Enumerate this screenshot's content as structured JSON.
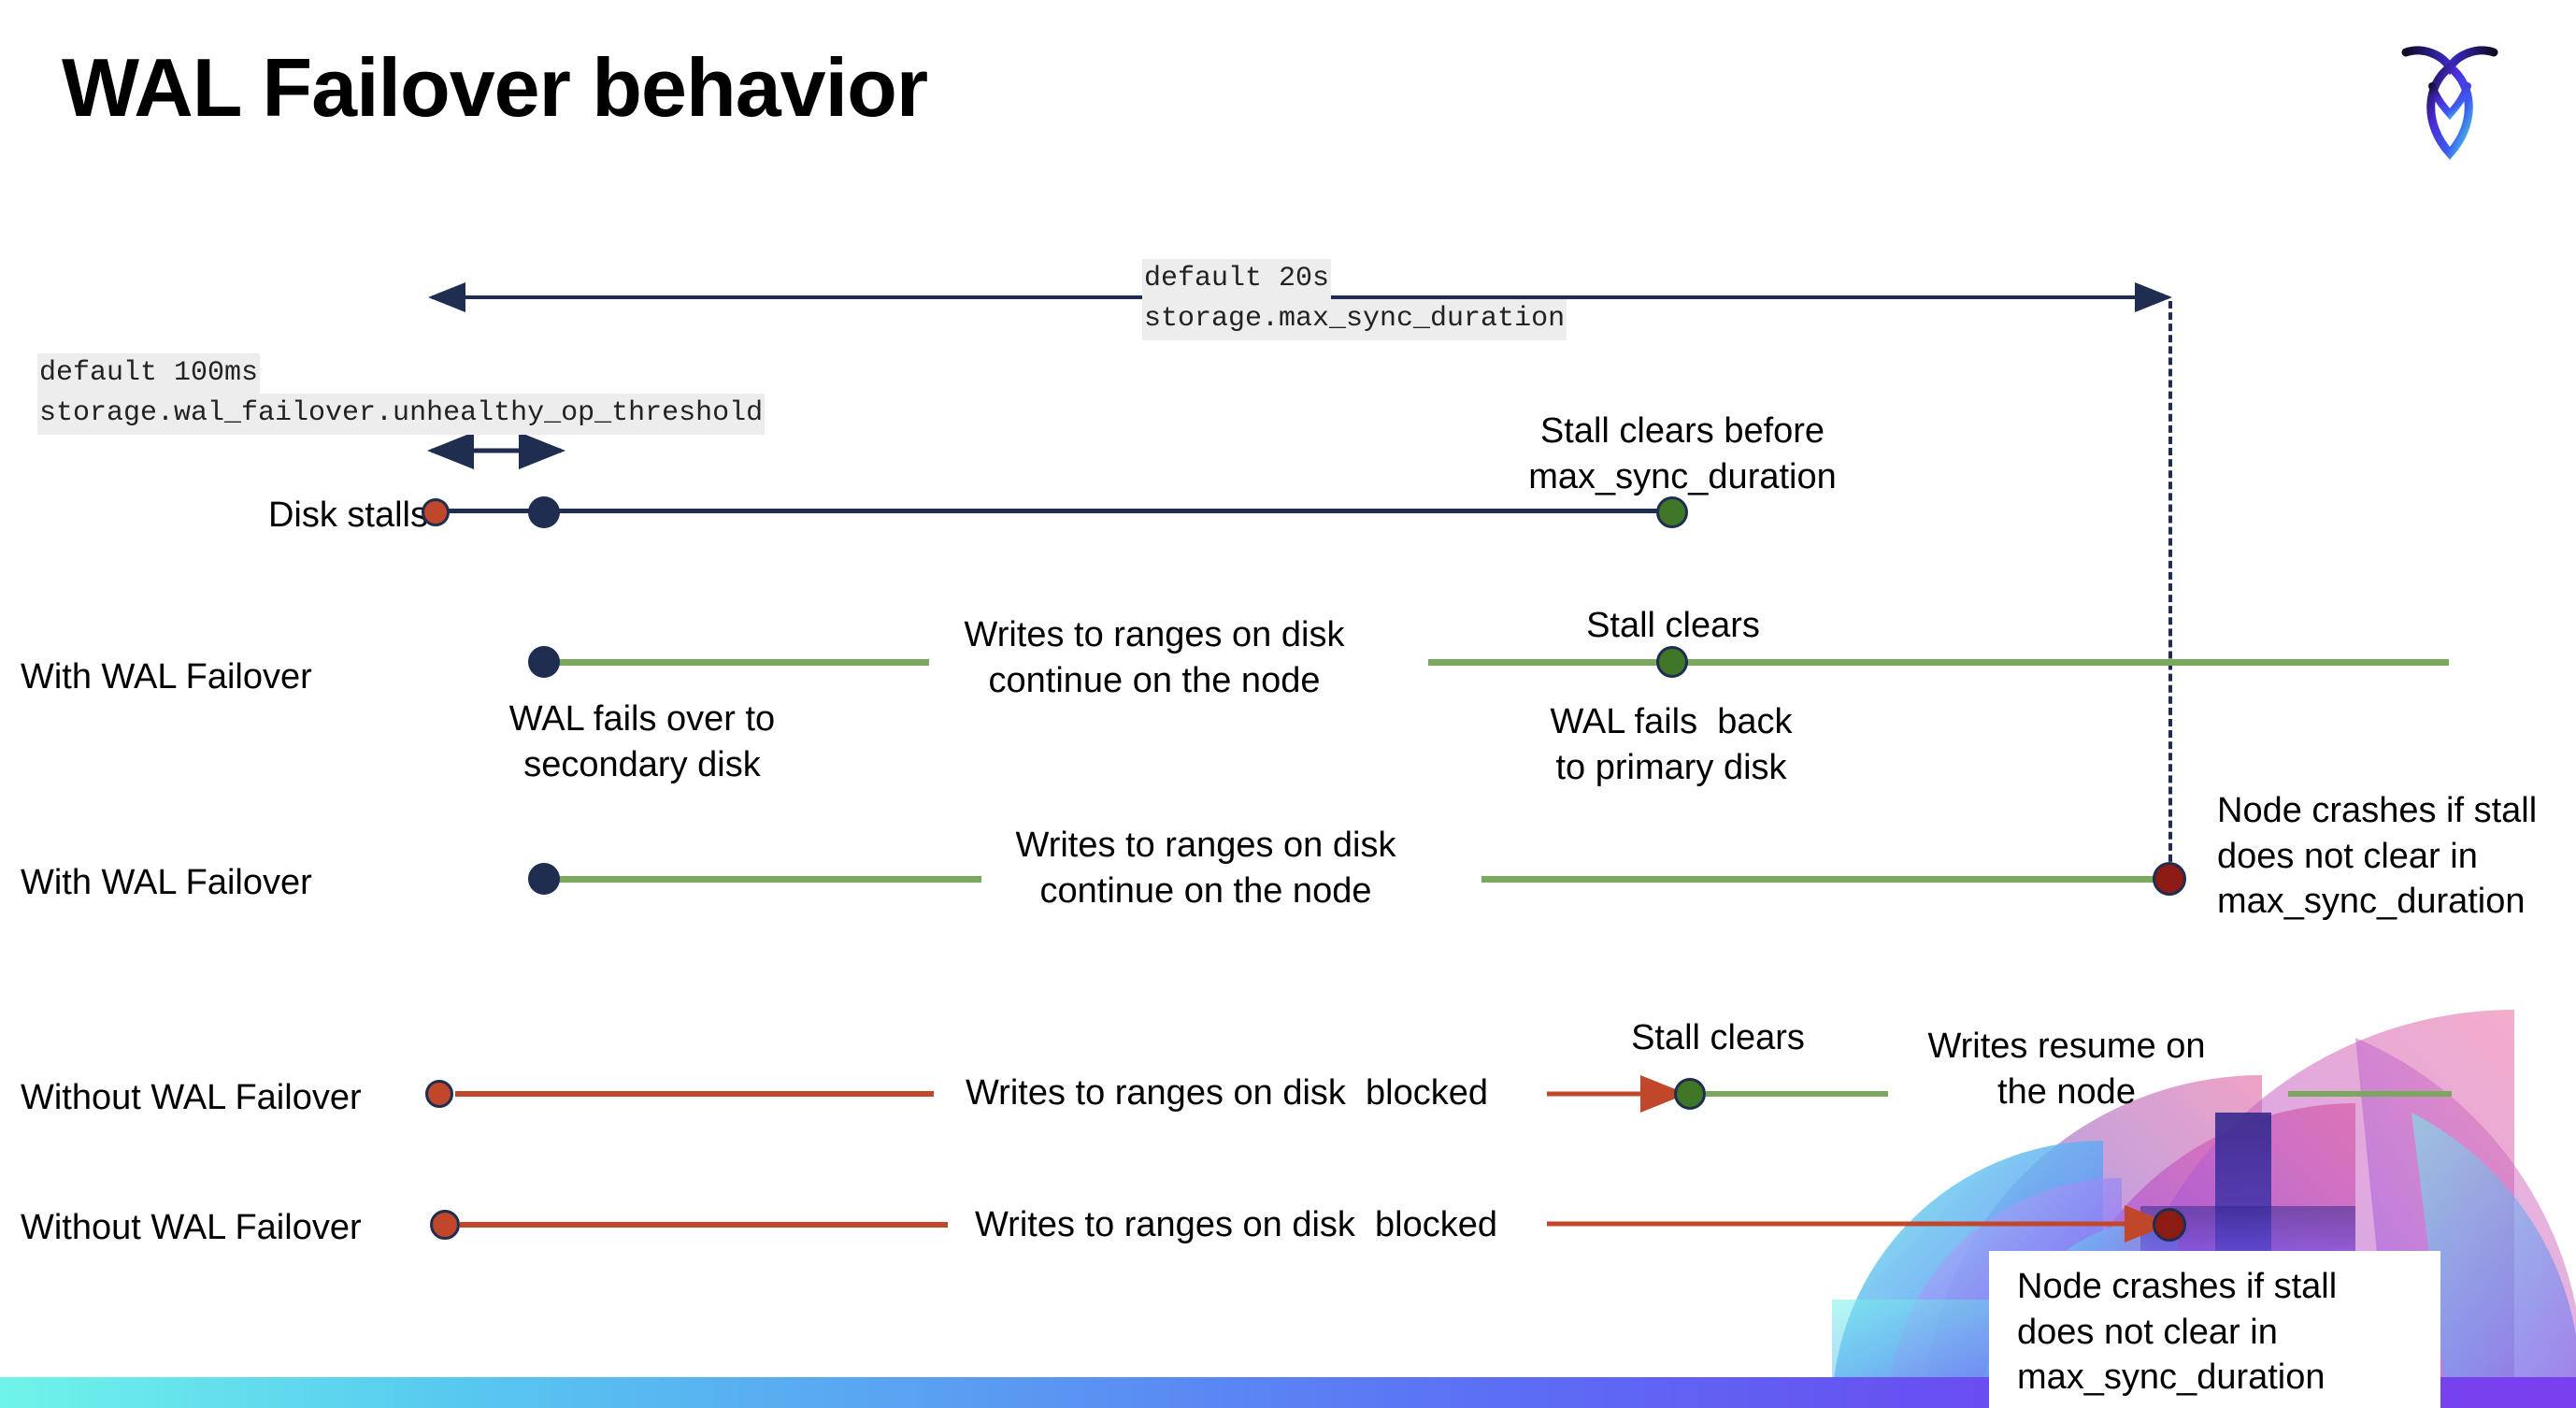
{
  "slide": {
    "title": "WAL Failover behavior",
    "logo_name": "cockroachdb-logo",
    "background": "#ffffff",
    "accent_bar_colors": [
      "#6FF4EA",
      "#5B6FF5",
      "#7A3FEE"
    ]
  },
  "colors": {
    "navy": "#1F2E50",
    "green_line": "#7AA85C",
    "green_dot": "#3F7628",
    "red_line": "#C1472A",
    "orange_dot": "#C1472A",
    "dark_red_dot": "#8C1B14",
    "chip_background": "#ededed",
    "text": "#000000"
  },
  "config_chips": [
    {
      "id": "max-sync-duration",
      "default_label": "default 20s",
      "setting_name": "storage.max_sync_duration"
    },
    {
      "id": "unhealthy-op-threshold",
      "default_label": "default 100ms",
      "setting_name": "storage.wal_failover.unhealthy_op_threshold"
    }
  ],
  "rows": [
    {
      "id": "disk-stalls",
      "label": "Disk stalls",
      "line_color": "#1F2E50",
      "markers": [
        "orange-start-dot",
        "navy-dot",
        "green-clear-dot"
      ],
      "annotation": "Stall clears before\nmax_sync_duration"
    },
    {
      "id": "with-wal-failover-clears",
      "label": "With WAL Failover",
      "line_color": "#7AA85C",
      "markers": [
        "navy-start-dot",
        "green-clear-dot"
      ],
      "annotations": {
        "below_start": "WAL fails over to\nsecondary disk",
        "middle": "Writes to ranges on disk\ncontinue on the node",
        "above_clear": "Stall clears",
        "below_clear": "WAL fails  back\nto primary disk"
      }
    },
    {
      "id": "with-wal-failover-crash",
      "label": "With WAL Failover",
      "line_color": "#7AA85C",
      "markers": [
        "navy-start-dot",
        "dark-red-crash-dot"
      ],
      "annotations": {
        "middle": "Writes to ranges on disk\ncontinue on the node",
        "right": "Node crashes if stall\ndoes not clear in\nmax_sync_duration"
      }
    },
    {
      "id": "without-wal-failover-clears",
      "label": "Without WAL Failover",
      "line_color": "#C1472A",
      "markers": [
        "orange-start-dot",
        "green-clear-dot"
      ],
      "annotations": {
        "middle": "Writes to ranges on disk  blocked",
        "above_clear": "Stall clears",
        "right": "Writes resume on\nthe node"
      }
    },
    {
      "id": "without-wal-failover-crash",
      "label": "Without WAL Failover",
      "line_color": "#C1472A",
      "markers": [
        "orange-start-dot",
        "dark-red-crash-dot"
      ],
      "annotations": {
        "middle": "Writes to ranges on disk  blocked",
        "callout": "Node crashes if stall\ndoes not clear in\nmax_sync_duration"
      }
    }
  ],
  "text": {
    "disk_stalls_label": "Disk stalls",
    "with_wal_failover_1": "With WAL Failover",
    "with_wal_failover_2": "With WAL Failover",
    "without_wal_failover_1": "Without WAL Failover",
    "without_wal_failover_2": "Without WAL Failover",
    "stall_clears_before": "Stall clears before\nmax_sync_duration",
    "wal_fails_over": "WAL fails over to\nsecondary disk",
    "writes_continue_1": "Writes to ranges on disk\ncontinue on the node",
    "writes_continue_2": "Writes to ranges on disk\ncontinue on the node",
    "stall_clears_a": "Stall clears",
    "wal_fails_back": "WAL fails  back\nto primary disk",
    "node_crashes_right": "Node crashes if stall\ndoes not clear in\nmax_sync_duration",
    "writes_blocked_1": "Writes to ranges on disk  blocked",
    "writes_blocked_2": "Writes to ranges on disk  blocked",
    "stall_clears_b": "Stall clears",
    "writes_resume": "Writes resume on\nthe node",
    "node_crashes_callout": "Node crashes if stall\ndoes not clear in\nmax_sync_duration",
    "chip1_default": "default 20s",
    "chip1_setting": "storage.max_sync_duration",
    "chip2_default": "default 100ms",
    "chip2_setting": "storage.wal_failover.unhealthy_op_threshold"
  }
}
